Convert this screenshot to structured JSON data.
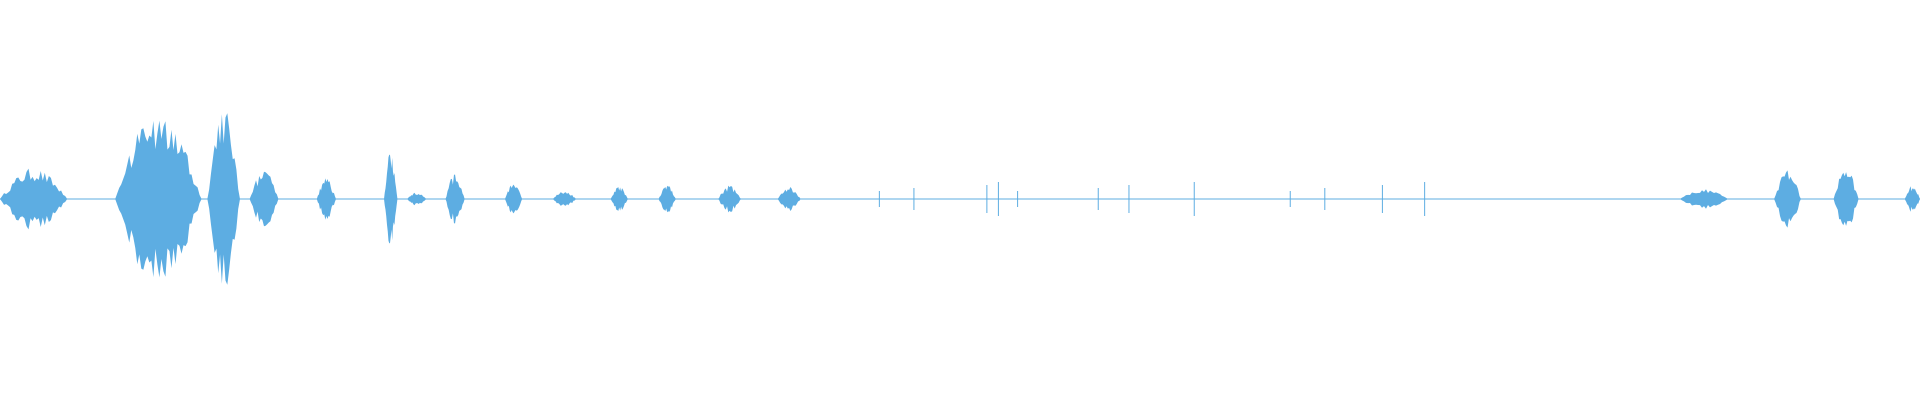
{
  "waveform": {
    "color": "#5dade2",
    "background": "#ffffff",
    "sample_rate_note": "",
    "segments": [
      {
        "name": "burst-1",
        "start": 0.0,
        "end": 0.035,
        "amp": 0.18
      },
      {
        "name": "gap-1",
        "start": 0.035,
        "end": 0.06,
        "amp": 0.0
      },
      {
        "name": "burst-2",
        "start": 0.06,
        "end": 0.105,
        "amp": 0.52
      },
      {
        "name": "burst-3",
        "start": 0.108,
        "end": 0.125,
        "amp": 0.55
      },
      {
        "name": "burst-4",
        "start": 0.13,
        "end": 0.145,
        "amp": 0.17
      },
      {
        "name": "burst-5",
        "start": 0.165,
        "end": 0.175,
        "amp": 0.12
      },
      {
        "name": "burst-6",
        "start": 0.2,
        "end": 0.207,
        "amp": 0.31
      },
      {
        "name": "burst-7",
        "start": 0.212,
        "end": 0.222,
        "amp": 0.04
      },
      {
        "name": "burst-8",
        "start": 0.232,
        "end": 0.242,
        "amp": 0.15
      },
      {
        "name": "burst-9",
        "start": 0.263,
        "end": 0.272,
        "amp": 0.1
      },
      {
        "name": "burst-10",
        "start": 0.288,
        "end": 0.3,
        "amp": 0.05
      },
      {
        "name": "burst-11",
        "start": 0.318,
        "end": 0.327,
        "amp": 0.08
      },
      {
        "name": "burst-12",
        "start": 0.343,
        "end": 0.352,
        "amp": 0.08
      },
      {
        "name": "burst-13",
        "start": 0.374,
        "end": 0.386,
        "amp": 0.08
      },
      {
        "name": "burst-14",
        "start": 0.405,
        "end": 0.417,
        "amp": 0.07
      },
      {
        "name": "burst-15",
        "start": 0.875,
        "end": 0.9,
        "amp": 0.06
      },
      {
        "name": "burst-16",
        "start": 0.924,
        "end": 0.938,
        "amp": 0.17
      },
      {
        "name": "burst-17",
        "start": 0.955,
        "end": 0.968,
        "amp": 0.18
      },
      {
        "name": "burst-18",
        "start": 0.992,
        "end": 1.0,
        "amp": 0.08
      }
    ],
    "ticks": [
      0.458,
      0.476,
      0.514,
      0.52,
      0.53,
      0.572,
      0.588,
      0.622,
      0.672,
      0.69,
      0.72,
      0.742
    ]
  }
}
